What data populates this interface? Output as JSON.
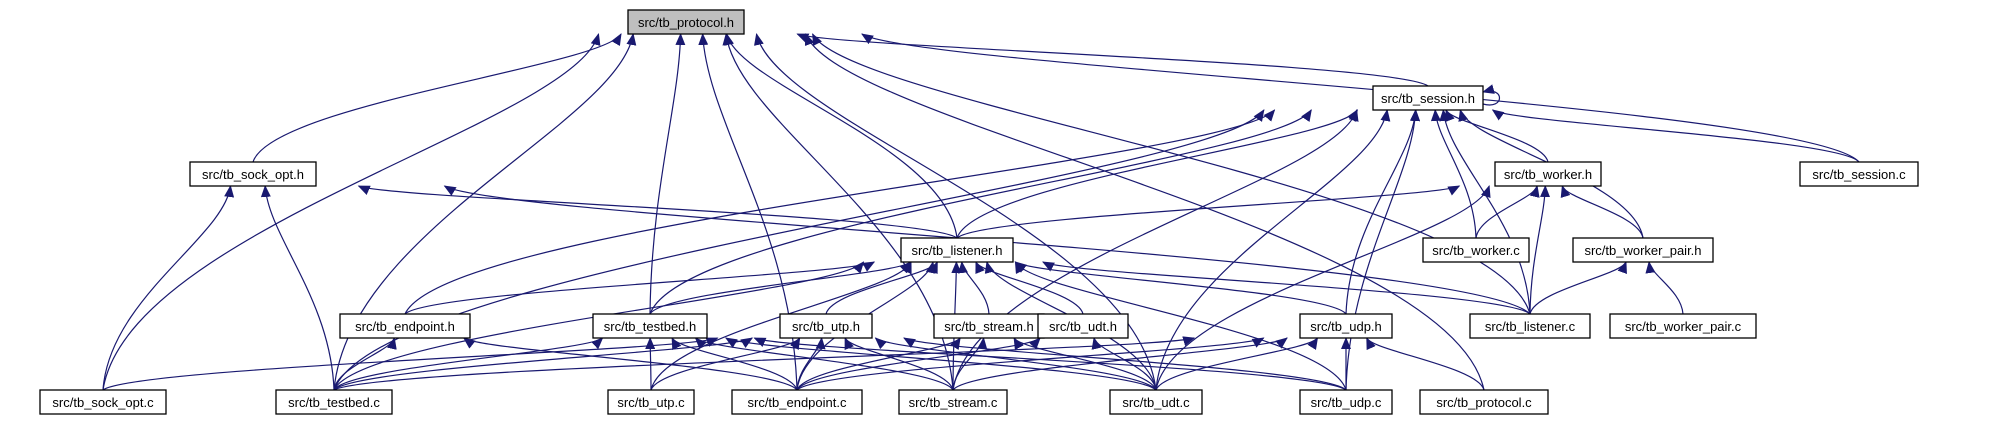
{
  "graph": {
    "title": "src/tb_protocol.h",
    "colors": {
      "edge": "#191970",
      "node_border": "#000000",
      "root_fill": "#bfbfbf",
      "node_fill": "#ffffff"
    },
    "nodes": [
      {
        "id": "protocol_h",
        "label": "src/tb_protocol.h",
        "root": true
      },
      {
        "id": "session_h",
        "label": "src/tb_session.h"
      },
      {
        "id": "sock_opt_h",
        "label": "src/tb_sock_opt.h"
      },
      {
        "id": "worker_h",
        "label": "src/tb_worker.h"
      },
      {
        "id": "session_c",
        "label": "src/tb_session.c"
      },
      {
        "id": "listener_h",
        "label": "src/tb_listener.h"
      },
      {
        "id": "worker_c",
        "label": "src/tb_worker.c"
      },
      {
        "id": "worker_pair_h",
        "label": "src/tb_worker_pair.h"
      },
      {
        "id": "endpoint_h",
        "label": "src/tb_endpoint.h"
      },
      {
        "id": "testbed_h",
        "label": "src/tb_testbed.h"
      },
      {
        "id": "utp_h",
        "label": "src/tb_utp.h"
      },
      {
        "id": "stream_h",
        "label": "src/tb_stream.h"
      },
      {
        "id": "udt_h",
        "label": "src/tb_udt.h"
      },
      {
        "id": "udp_h",
        "label": "src/tb_udp.h"
      },
      {
        "id": "listener_c",
        "label": "src/tb_listener.c"
      },
      {
        "id": "worker_pair_c",
        "label": "src/tb_worker_pair.c"
      },
      {
        "id": "sock_opt_c",
        "label": "src/tb_sock_opt.c"
      },
      {
        "id": "testbed_c",
        "label": "src/tb_testbed.c"
      },
      {
        "id": "utp_c",
        "label": "src/tb_utp.c"
      },
      {
        "id": "endpoint_c",
        "label": "src/tb_endpoint.c"
      },
      {
        "id": "stream_c",
        "label": "src/tb_stream.c"
      },
      {
        "id": "udt_c",
        "label": "src/tb_udt.c"
      },
      {
        "id": "udp_c",
        "label": "src/tb_udp.c"
      },
      {
        "id": "protocol_c",
        "label": "src/tb_protocol.c"
      }
    ],
    "edges": [
      [
        "session_h",
        "protocol_h"
      ],
      [
        "session_h",
        "session_h"
      ],
      [
        "sock_opt_h",
        "protocol_h"
      ],
      [
        "sock_opt_c",
        "protocol_h"
      ],
      [
        "testbed_c",
        "protocol_h"
      ],
      [
        "endpoint_c",
        "protocol_h"
      ],
      [
        "testbed_h",
        "protocol_h"
      ],
      [
        "stream_c",
        "protocol_h"
      ],
      [
        "listener_h",
        "protocol_h"
      ],
      [
        "listener_c",
        "protocol_h"
      ],
      [
        "session_c",
        "protocol_h"
      ],
      [
        "udt_c",
        "protocol_h"
      ],
      [
        "protocol_c",
        "protocol_h"
      ],
      [
        "session_c",
        "session_h"
      ],
      [
        "worker_h",
        "session_h"
      ],
      [
        "listener_h",
        "session_h"
      ],
      [
        "endpoint_h",
        "session_h"
      ],
      [
        "testbed_h",
        "session_h"
      ],
      [
        "testbed_c",
        "session_h"
      ],
      [
        "stream_c",
        "session_h"
      ],
      [
        "udp_h",
        "session_h"
      ],
      [
        "worker_c",
        "session_h"
      ],
      [
        "listener_c",
        "session_h"
      ],
      [
        "worker_pair_h",
        "session_h"
      ],
      [
        "udt_c",
        "session_h"
      ],
      [
        "udp_c",
        "session_h"
      ],
      [
        "listener_h",
        "sock_opt_h"
      ],
      [
        "listener_c",
        "sock_opt_h"
      ],
      [
        "sock_opt_c",
        "sock_opt_h"
      ],
      [
        "testbed_c",
        "sock_opt_h"
      ],
      [
        "listener_h",
        "worker_h"
      ],
      [
        "worker_c",
        "worker_h"
      ],
      [
        "worker_pair_h",
        "worker_h"
      ],
      [
        "listener_c",
        "worker_h"
      ],
      [
        "udt_c",
        "worker_h"
      ],
      [
        "listener_c",
        "worker_pair_h"
      ],
      [
        "worker_pair_c",
        "worker_pair_h"
      ],
      [
        "endpoint_h",
        "listener_h"
      ],
      [
        "testbed_h",
        "listener_h"
      ],
      [
        "utp_h",
        "listener_h"
      ],
      [
        "stream_h",
        "listener_h"
      ],
      [
        "udt_h",
        "listener_h"
      ],
      [
        "udp_h",
        "listener_h"
      ],
      [
        "listener_c",
        "listener_h"
      ],
      [
        "testbed_c",
        "listener_h"
      ],
      [
        "utp_c",
        "listener_h"
      ],
      [
        "endpoint_c",
        "listener_h"
      ],
      [
        "stream_c",
        "listener_h"
      ],
      [
        "udt_c",
        "listener_h"
      ],
      [
        "udp_c",
        "listener_h"
      ],
      [
        "testbed_c",
        "endpoint_h"
      ],
      [
        "endpoint_c",
        "endpoint_h"
      ],
      [
        "testbed_c",
        "testbed_h"
      ],
      [
        "utp_c",
        "testbed_h"
      ],
      [
        "endpoint_c",
        "testbed_h"
      ],
      [
        "stream_c",
        "testbed_h"
      ],
      [
        "udt_c",
        "testbed_h"
      ],
      [
        "udp_c",
        "testbed_h"
      ],
      [
        "testbed_c",
        "utp_h"
      ],
      [
        "utp_c",
        "utp_h"
      ],
      [
        "endpoint_c",
        "utp_h"
      ],
      [
        "stream_c",
        "utp_h"
      ],
      [
        "udt_c",
        "utp_h"
      ],
      [
        "udp_c",
        "utp_h"
      ],
      [
        "sock_opt_c",
        "utp_h"
      ],
      [
        "endpoint_c",
        "stream_h"
      ],
      [
        "stream_c",
        "stream_h"
      ],
      [
        "udt_c",
        "stream_h"
      ],
      [
        "endpoint_c",
        "udt_h"
      ],
      [
        "udt_c",
        "udt_h"
      ],
      [
        "testbed_c",
        "udp_h"
      ],
      [
        "endpoint_c",
        "udp_h"
      ],
      [
        "stream_c",
        "udp_h"
      ],
      [
        "udt_c",
        "udp_h"
      ],
      [
        "udp_c",
        "udp_h"
      ],
      [
        "protocol_c",
        "udp_h"
      ]
    ]
  }
}
